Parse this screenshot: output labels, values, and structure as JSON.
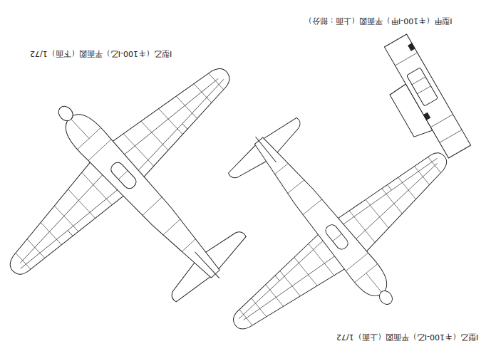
{
  "diagram": {
    "labels": [
      "I型乙（キ100-I乙）平面図（下面）1/72",
      "I型甲（キ100-I甲）平面図（上面：部分）",
      "I型乙（キ100-I乙）平面図（上面）1/72"
    ]
  }
}
